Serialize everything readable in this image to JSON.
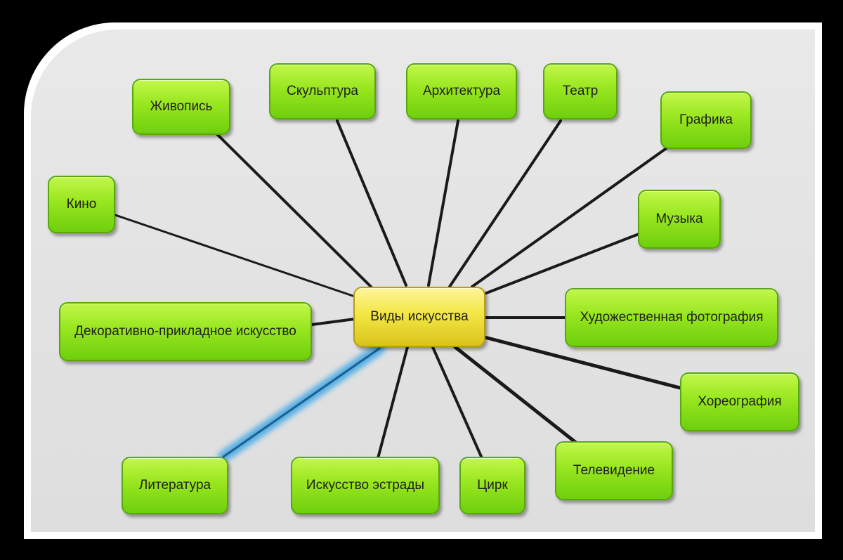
{
  "diagram": {
    "center": {
      "id": "center",
      "label": "Виды искусства"
    },
    "nodes": [
      {
        "id": "zhivopis",
        "label": "Живопись"
      },
      {
        "id": "skulptura",
        "label": "Скульптура"
      },
      {
        "id": "arkhitektura",
        "label": "Архитектура"
      },
      {
        "id": "teatr",
        "label": "Театр"
      },
      {
        "id": "grafika",
        "label": "Графика"
      },
      {
        "id": "kino",
        "label": "Кино"
      },
      {
        "id": "muzyka",
        "label": "Музыка"
      },
      {
        "id": "dekorativnoe",
        "label": "Декоративно-прикладное искусство"
      },
      {
        "id": "foto",
        "label": "Художественная фотография"
      },
      {
        "id": "khoreografiya",
        "label": "Хореография"
      },
      {
        "id": "literatura",
        "label": "Литература"
      },
      {
        "id": "estrada",
        "label": "Искусство эстрады"
      },
      {
        "id": "tsirk",
        "label": "Цирк"
      },
      {
        "id": "televidenie",
        "label": "Телевидение"
      }
    ],
    "highlighted_link": "literatura",
    "colors": {
      "node_fill": "#98e61f",
      "center_fill": "#f3e645",
      "link": "#1a1a1a",
      "highlight": "#3aa6e8",
      "background": "#e5e5e5",
      "frame": "#000000"
    }
  }
}
